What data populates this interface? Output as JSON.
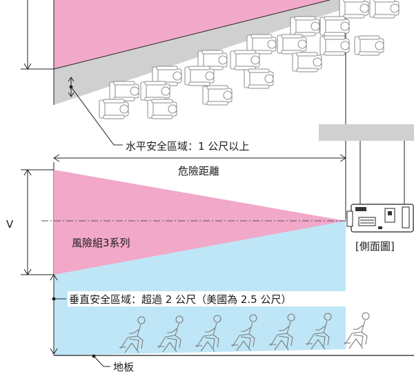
{
  "labels": {
    "horizontal_safety_zone": "水平安全區域：1 公尺以上",
    "hazard_distance": "危險距離",
    "v_label": "V",
    "risk_group": "風險組3系列",
    "side_view": "[側面圖]",
    "vertical_safety_zone": "垂直安全區域：超過 2 公尺（美國為 2.5 公尺）",
    "floor": "地板"
  },
  "colors": {
    "hazard_pink": "#f2a8c8",
    "safety_gray": "#d0d0d0",
    "safety_blue": "#bfe6f6",
    "line": "#222222",
    "projector_body": "#ffffff"
  },
  "icons": {
    "seat_top_view": "theater-seat-top-view-icon",
    "audience_side_view": "seated-person-side-view-icon",
    "projector": "projector-side-view-icon"
  }
}
